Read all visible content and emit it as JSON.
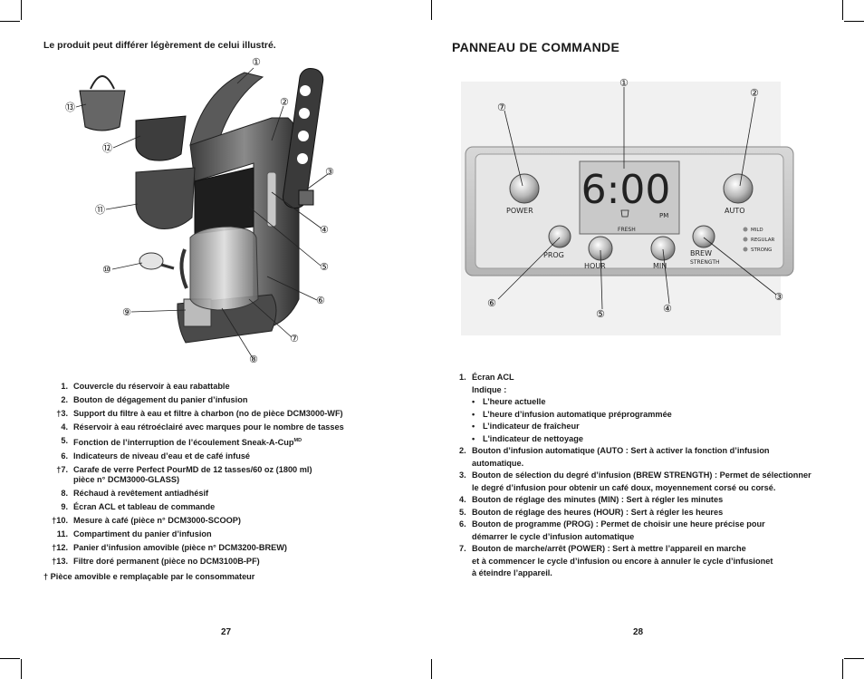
{
  "left_page": {
    "intro": "Le produit peut différer légèrement de celui illustré.",
    "callouts": [
      "①",
      "②",
      "③",
      "④",
      "⑤",
      "⑥",
      "⑦",
      "⑧",
      "⑨",
      "⑩",
      "⑪",
      "⑫",
      "⑬"
    ],
    "parts": [
      {
        "num": "1.",
        "text": "Couvercle du réservoir à eau rabattable"
      },
      {
        "num": "2.",
        "text": "Bouton de dégagement du panier d’infusion"
      },
      {
        "num": "†3.",
        "text": "Support du filtre à eau et filtre à charbon (no de pièce DCM3000-WF)"
      },
      {
        "num": "4.",
        "text": "Réservoir à eau rétroéclairé avec marques pour le nombre de tasses"
      },
      {
        "num": "5.",
        "text": "Fonction de l’interruption de l’écoulement Sneak-A-Cup",
        "sup": "MD"
      },
      {
        "num": "6.",
        "text": "Indicateurs de niveau d’eau et de café infusé"
      },
      {
        "num": "†7.",
        "text": "Carafe de verre Perfect PourMD de 12 tasses/60 oz (1800 ml)",
        "text2": "pièce n° DCM3000-GLASS)"
      },
      {
        "num": "8.",
        "text": "Réchaud à revêtement antiadhésif"
      },
      {
        "num": "9.",
        "text": "Écran ACL et tableau de commande"
      },
      {
        "num": "†10.",
        "text": "Mesure à café (pièce n° DCM3000-SCOOP)"
      },
      {
        "num": "11.",
        "text": "Compartiment du panier d’infusion"
      },
      {
        "num": "†12.",
        "text": "Panier d’infusion amovible (pièce n° DCM3200-BREW)"
      },
      {
        "num": "†13.",
        "text": "Filtre doré permanent (pièce no DCM3100B-PF)"
      }
    ],
    "footnote": "† Pièce amovible e remplaçable par le consommateur",
    "page_number": "27"
  },
  "right_page": {
    "title": "PANNEAU DE COMMANDE",
    "panel": {
      "time": "6:00",
      "pm": "PM",
      "fresh": "FRESH",
      "power": "POWER",
      "auto": "AUTO",
      "prog": "PROG",
      "hour": "HOUR",
      "min": "MIN",
      "brew": "BREW",
      "strength": "STRENGTH",
      "mild": "MILD",
      "regular": "REGULAR",
      "strong": "STRONG",
      "callouts": [
        "①",
        "②",
        "③",
        "④",
        "⑤",
        "⑥",
        "⑦"
      ]
    },
    "items": [
      {
        "num": "1.",
        "text": "Écran ACL",
        "sub": "Indique :",
        "bullets": [
          "L’heure actuelle",
          "L’heure d’infusion automatique préprogrammée",
          "L’indicateur de fraîcheur",
          "L'indicateur de nettoyage"
        ]
      },
      {
        "num": "2.",
        "text": "Bouton d’infusion automatique (AUTO : Sert à activer la fonction d’infusion",
        "text2": "automatique."
      },
      {
        "num": "3.",
        "text": "Bouton de sélection du degré d’infusion (BREW STRENGTH) : Permet de sélectionner",
        "text2": "le degré d’infusion pour obtenir un café doux, moyennement corsé ou corsé."
      },
      {
        "num": "4.",
        "text": "Bouton de réglage des minutes (MIN) : Sert à régler les minutes"
      },
      {
        "num": "5.",
        "text": "Bouton de réglage des heures (HOUR) : Sert à régler les heures"
      },
      {
        "num": "6.",
        "text": "Bouton de programme (PROG) : Permet de choisir une heure précise pour",
        "text2": "démarrer le cycle d’infusion automatique"
      },
      {
        "num": "7.",
        "text": "Bouton de marche/arrêt (POWER) : Sert à mettre l’appareil en marche",
        "text2": "et à commencer le cycle d’infusion ou encore à annuler le cycle d’infusionet",
        "text3": "à éteindre l’appareil."
      }
    ],
    "page_number": "28"
  }
}
